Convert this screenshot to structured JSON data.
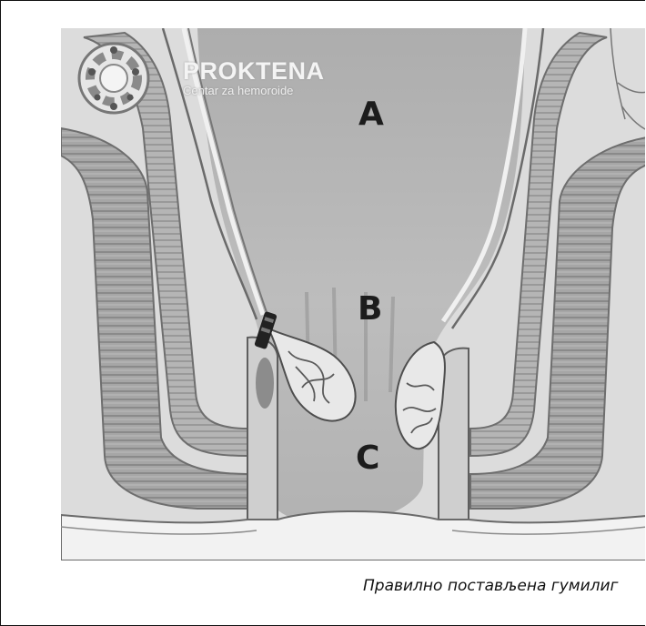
{
  "logo": {
    "name": "PROKTENA",
    "subtitle": "Centar za hemoroide"
  },
  "labels": {
    "a": "A",
    "b": "B",
    "c": "C"
  },
  "caption": "Правилно постављена гумилиг",
  "colors": {
    "background": "#ffffff",
    "tissue_dark": "#9c9c9c",
    "tissue_light": "#d8d8d8",
    "lumen": "#b3b3b3",
    "band": "#222222"
  }
}
